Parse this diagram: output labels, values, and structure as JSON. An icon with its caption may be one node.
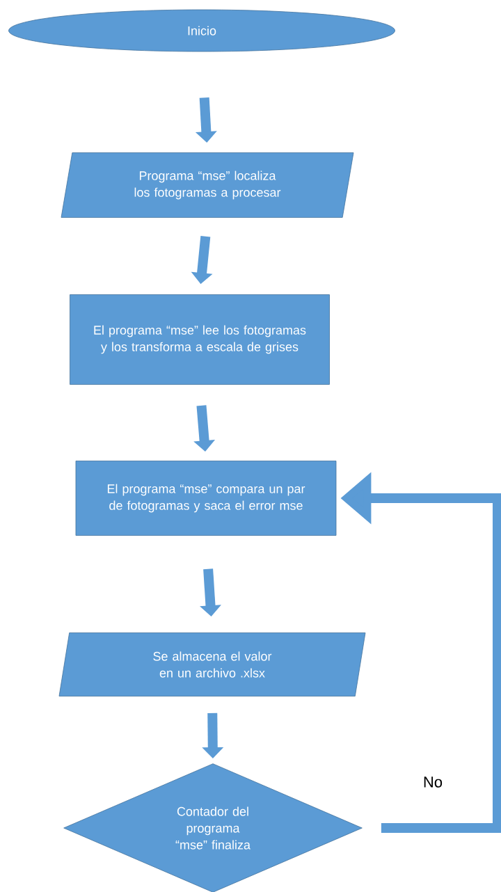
{
  "diagram": {
    "nodes": [
      {
        "text": [
          "Inicio"
        ]
      },
      {
        "text": [
          "Programa “mse” localiza los fotogramas a procesar"
        ]
      },
      {
        "text": [
          "El programa “mse” lee los fotogramas y los transforma a escala de grises"
        ]
      },
      {
        "text": [
          "El programa “mse” compara un par de fotogramas y saca el error mse"
        ]
      },
      {
        "text": [
          "Se almacena el valor en un archivo .xlsx"
        ]
      },
      {
        "text": [
          "Contador del programa “mse” finaliza"
        ]
      }
    ],
    "edges": [
      {
        "from": 0,
        "to": 1,
        "arrow": "to"
      },
      {
        "from": 1,
        "to": 2,
        "arrow": "to"
      },
      {
        "from": 2,
        "to": 3,
        "arrow": "to"
      },
      {
        "from": 3,
        "to": 4,
        "arrow": "to"
      },
      {
        "from": 4,
        "to": 5,
        "arrow": "to"
      },
      {
        "from": 5,
        "to": 3,
        "arrow": "to",
        "label": "No"
      }
    ]
  }
}
